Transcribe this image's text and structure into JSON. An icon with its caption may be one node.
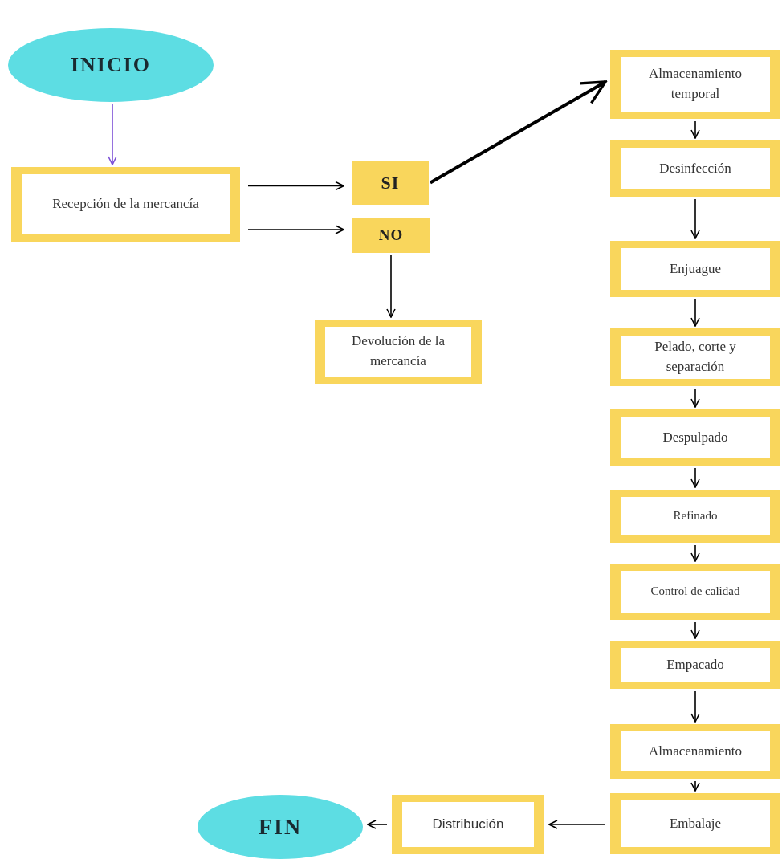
{
  "diagram": {
    "nodes": [
      {
        "text": [
          "INICIO"
        ]
      },
      {
        "text": [
          "Recepción de la mercancía"
        ]
      },
      {
        "text": [
          "SI"
        ]
      },
      {
        "text": [
          "NO"
        ]
      },
      {
        "text": [
          "Devolución de la mercancía"
        ]
      },
      {
        "text": [
          "Almacenamiento temporal"
        ]
      },
      {
        "text": [
          "Desinfección"
        ]
      },
      {
        "text": [
          "Enjuague"
        ]
      },
      {
        "text": [
          "Pelado, corte y separación"
        ]
      },
      {
        "text": [
          "Despulpado"
        ]
      },
      {
        "text": [
          "Refinado"
        ]
      },
      {
        "text": [
          "Control de calidad"
        ]
      },
      {
        "text": [
          "Empacado"
        ]
      },
      {
        "text": [
          "Almacenamiento"
        ]
      },
      {
        "text": [
          "Embalaje"
        ]
      },
      {
        "text": [
          "Distribución"
        ]
      },
      {
        "text": [
          "FIN"
        ]
      }
    ],
    "edges": [
      {
        "from": 0,
        "to": 1,
        "arrow": "to",
        "color": "#7b4fd6"
      },
      {
        "from": 1,
        "to": 2,
        "arrow": "to"
      },
      {
        "from": 1,
        "to": 3,
        "arrow": "to"
      },
      {
        "from": 3,
        "to": 4,
        "arrow": "to"
      },
      {
        "from": 2,
        "to": 5,
        "arrow": "to",
        "style": "thick"
      },
      {
        "from": 5,
        "to": 6,
        "arrow": "to"
      },
      {
        "from": 6,
        "to": 7,
        "arrow": "to"
      },
      {
        "from": 7,
        "to": 8,
        "arrow": "to"
      },
      {
        "from": 8,
        "to": 9,
        "arrow": "to"
      },
      {
        "from": 9,
        "to": 10,
        "arrow": "to"
      },
      {
        "from": 10,
        "to": 11,
        "arrow": "to"
      },
      {
        "from": 11,
        "to": 12,
        "arrow": "to"
      },
      {
        "from": 12,
        "to": 13,
        "arrow": "to"
      },
      {
        "from": 13,
        "to": 14,
        "arrow": "to"
      },
      {
        "from": 14,
        "to": 15,
        "arrow": "to"
      },
      {
        "from": 15,
        "to": 16,
        "arrow": "to"
      }
    ]
  }
}
